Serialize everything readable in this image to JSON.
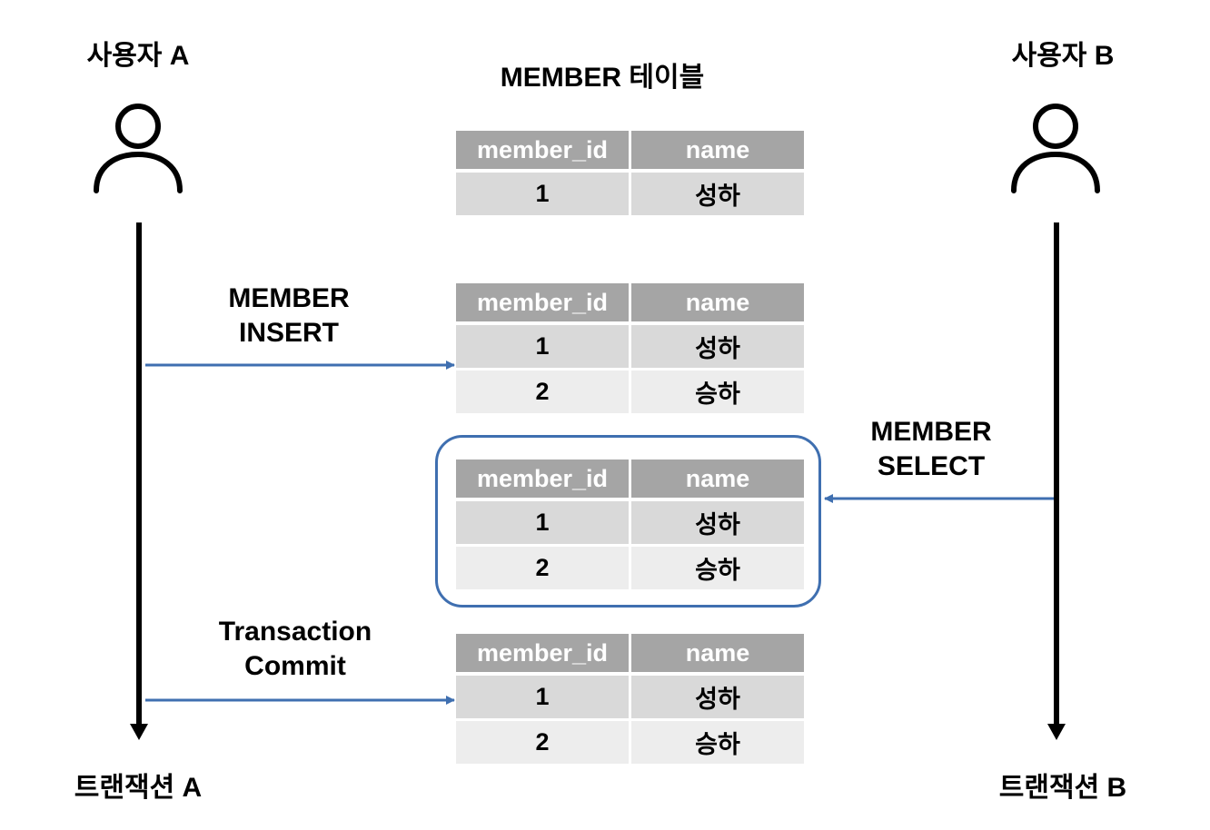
{
  "user_a": {
    "label": "사용자 A",
    "transaction_label": "트랜잭션 A"
  },
  "user_b": {
    "label": "사용자 B",
    "transaction_label": "트랜잭션 B"
  },
  "table_title": "MEMBER 테이블",
  "columns": [
    "member_id",
    "name"
  ],
  "tables": [
    {
      "rows": [
        [
          "1",
          "성하"
        ]
      ]
    },
    {
      "rows": [
        [
          "1",
          "성하"
        ],
        [
          "2",
          "승하"
        ]
      ]
    },
    {
      "rows": [
        [
          "1",
          "성하"
        ],
        [
          "2",
          "승하"
        ]
      ]
    },
    {
      "rows": [
        [
          "1",
          "성하"
        ],
        [
          "2",
          "승하"
        ]
      ]
    }
  ],
  "arrows": {
    "insert": [
      "MEMBER",
      "INSERT"
    ],
    "select": [
      "MEMBER",
      "SELECT"
    ],
    "commit": [
      "Transaction",
      "Commit"
    ]
  },
  "colors": {
    "arrow": "#3f6fb0",
    "header": "#a5a5a5",
    "row_odd": "#d9d9d9",
    "row_even": "#ededed"
  }
}
